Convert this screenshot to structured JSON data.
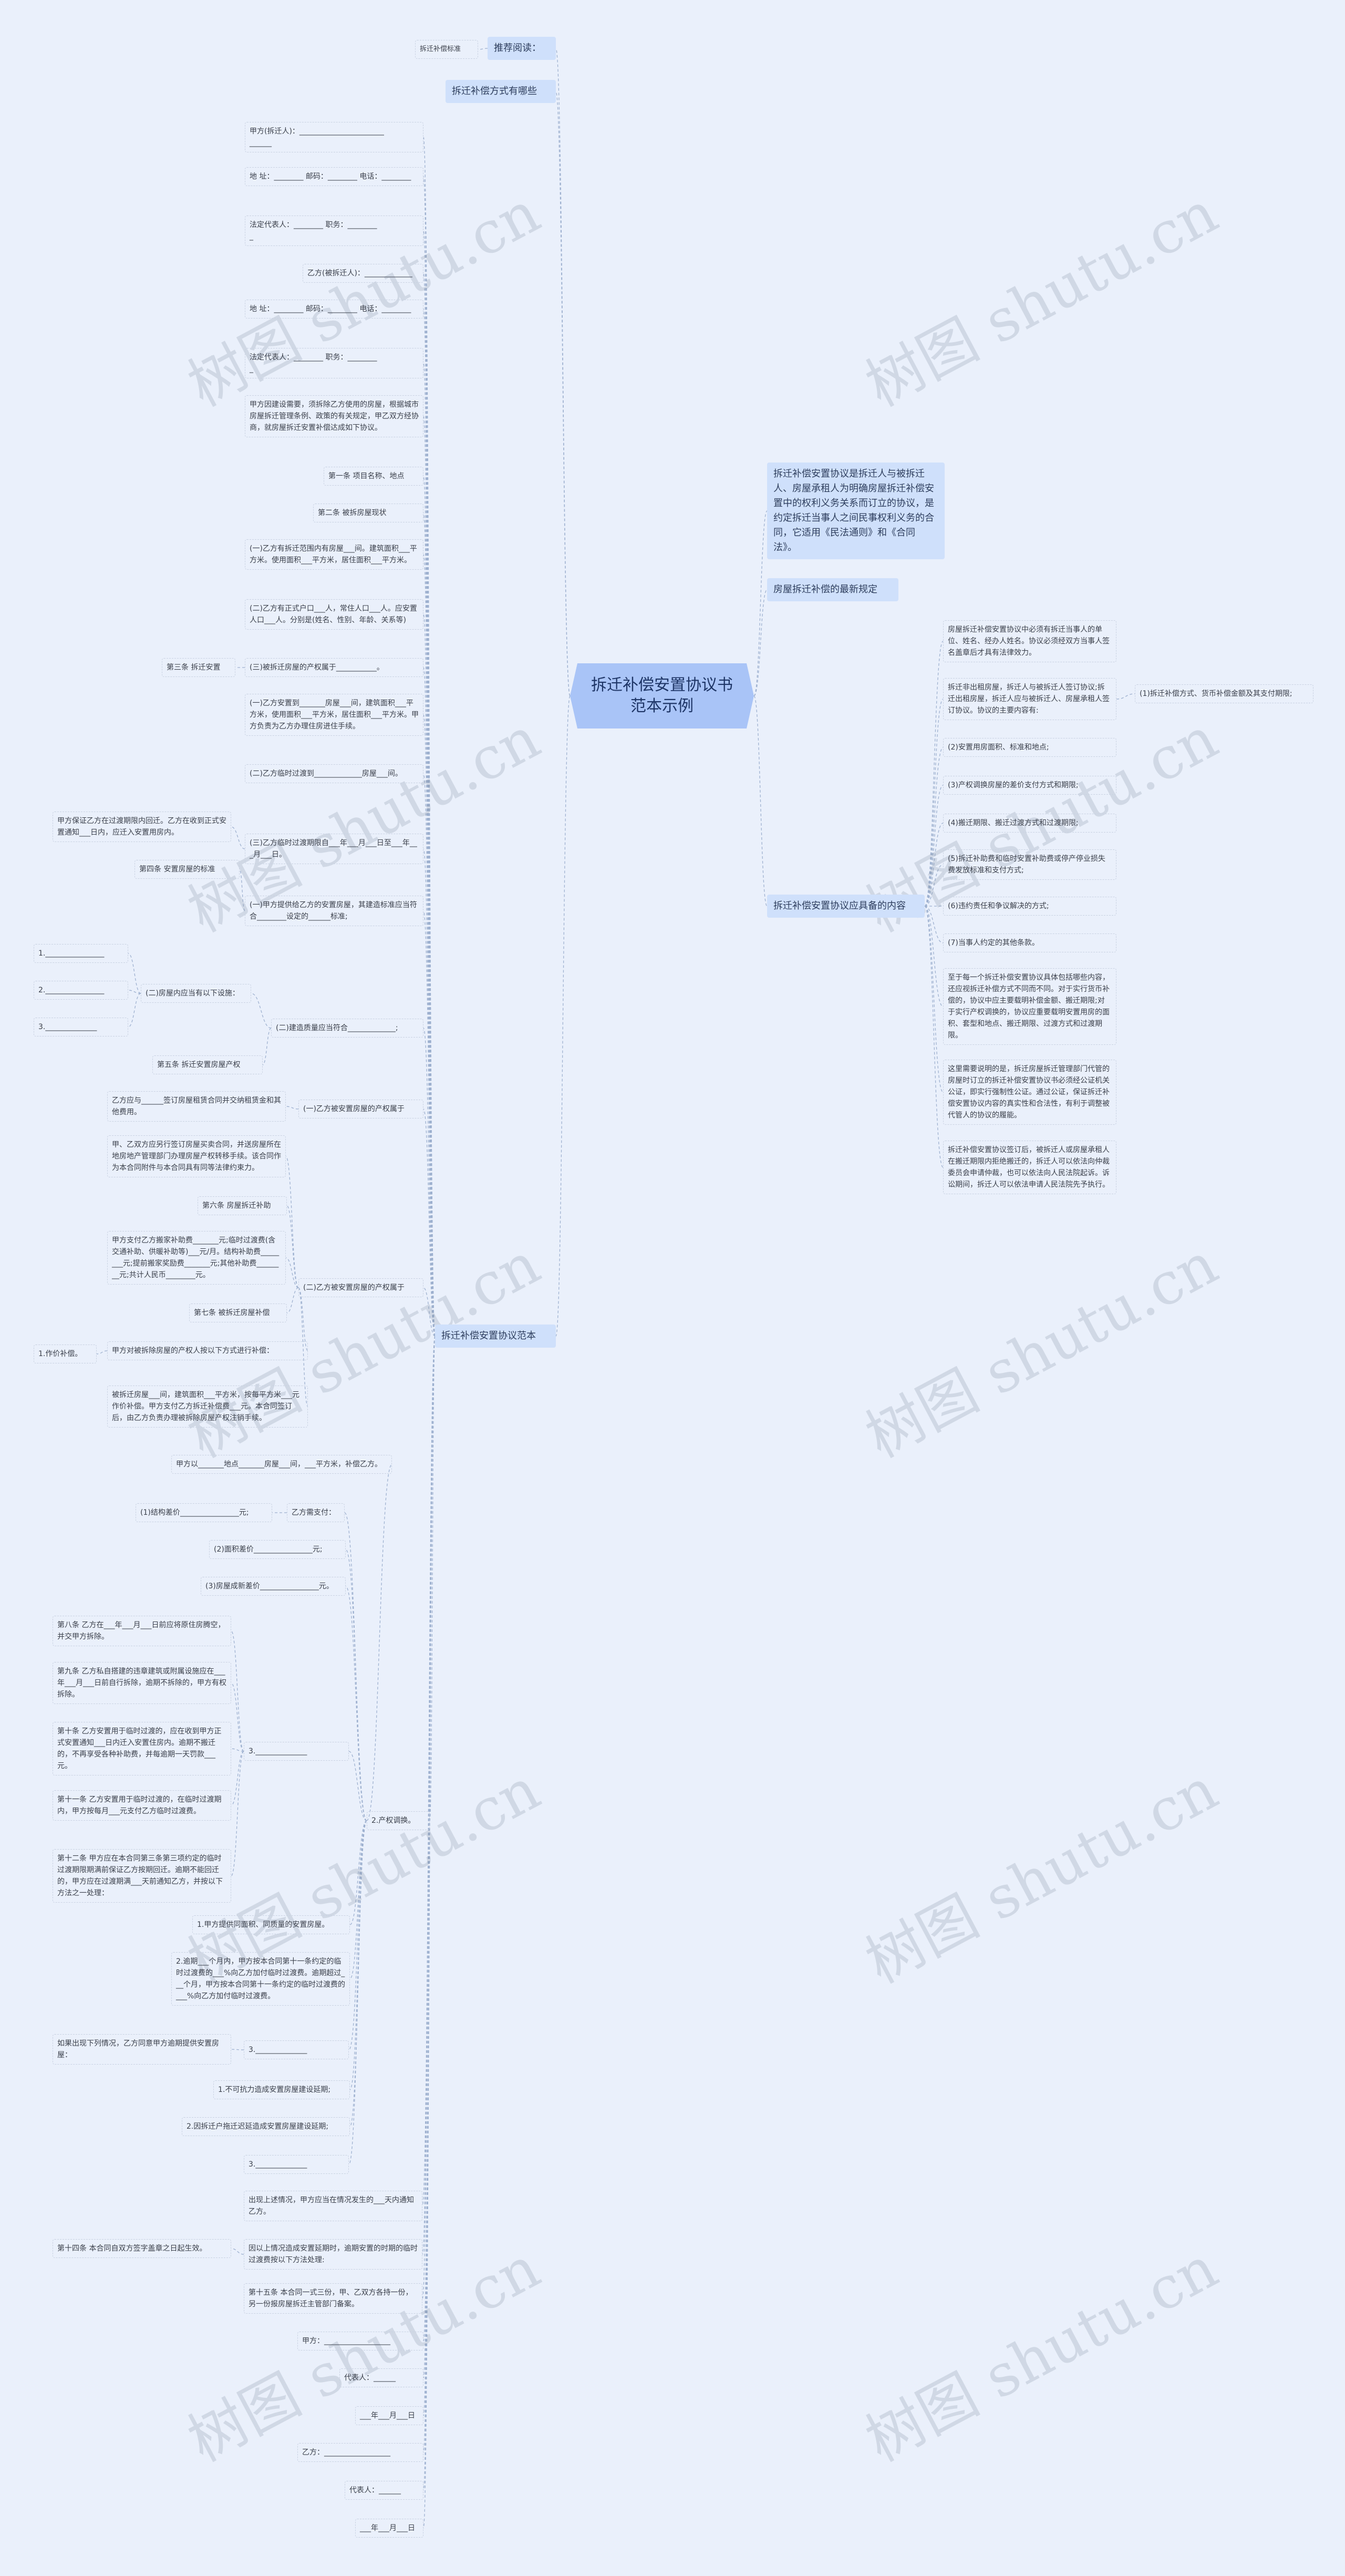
{
  "root": "拆迁补偿安置协议书范本示例",
  "right": {
    "intro": "拆迁补偿安置协议是拆迁人与被拆迁人、房屋承租人为明确房屋拆迁补偿安置中的权利义务关系而订立的协议，是约定拆迁当事人之间民事权利义务的合同，它适用《民法通则》和《合同法》。",
    "latest": "房屋拆迁补偿的最新规定",
    "content_title": "拆迁补偿安置协议应具备的内容",
    "content_items": [
      "房屋拆迁补偿安置协议中必须有拆迁当事人的单位、姓名、经办人姓名。协议必须经双方当事人签名盖章后才具有法律效力。",
      "拆迁非出租房屋，拆迁人与被拆迁人签订协议;拆迁出租房屋，拆迁人应与被拆迁人、房屋承租人签订协议。协议的主要内容有:",
      "(2)安置用房面积、标准和地点;",
      "(3)产权调换房屋的差价支付方式和期限;",
      "(4)搬迁期限、搬迁过渡方式和过渡期限;",
      "(5)拆迁补助费和临时安置补助费或停产停业损失费发放标准和支付方式;",
      "(6)违约责任和争议解决的方式;",
      "(7)当事人约定的其他条款。",
      "至于每一个拆迁补偿安置协议具体包括哪些内容，还应视拆迁补偿方式不同而不同。对于实行货币补偿的，协议中应主要载明补偿金额、搬迁期限;对于实行产权调换的，协议应重要载明安置用房的面积、套型和地点、搬迁期限、过渡方式和过渡期限。",
      "这里需要说明的是，拆迁房屋拆迁管理部门代管的房屋时订立的拆迁补偿安置协议书必须经公证机关公证，即实行强制性公证。通过公证，保证拆迁补偿安置协议内容的真实性和合法性，有利于调整被代管人的协议的履能。",
      "拆迁补偿安置协议签订后，被拆迁人或房屋承租人在搬迁期限内拒绝搬迁的，拆迁人可以依法向仲裁委员会申请仲裁，也可以依法向人民法院起诉。诉讼期间，拆迁人可以依法申请人民法院先予执行。"
    ],
    "content_side": "(1)拆迁补偿方式、货币补偿金额及其支付期限;"
  },
  "left": {
    "recommend": "推荐阅读：",
    "recommend_child": "拆迁补偿标准",
    "methods": "拆迁补偿方式有哪些",
    "template_title": "拆迁补偿安置协议范本",
    "header_items": [
      "甲方(拆迁人)：_______________________\n______",
      "地 址：________ 邮码：________ 电话：________",
      "法定代表人：________ 职务：________\n_",
      "乙方(被拆迁人)：_____________",
      "地 址：________ 邮码：________ 电话：________",
      "法定代表人：________ 职务：________\n_",
      "甲方因建设需要，须拆除乙方使用的房屋，根据城市房屋拆迁管理条例、政策的有关规定，甲乙双方经协商，就房屋拆迁安置补偿达成如下协议。",
      "第一条 项目名称、地点",
      "第二条 被拆房屋现状"
    ],
    "art3": "第三条 拆迁安置",
    "art3_items": [
      "(一)乙方有拆迁范围内有房屋___间。建筑面积___平方米。使用面积___平方米，居住面积___平方米。",
      "(二)乙方有正式户口___人，常住人口___人。应安置人口___人。分别是(姓名、性别、年龄、关系等)",
      "(三)被拆迁房屋的产权属于___________。",
      "(一)乙方安置到_______房屋___间，建筑面积___平方米，使用面积___平方米，居住面积___平方米。甲方负责为乙方办理住房进住手续。",
      "(二)乙方临时过渡到_____________房屋___间。",
      "(三)乙方临时过渡期限自___年___月___日至___年___月___日。",
      "(一)甲方提供给乙方的安置房屋，其建造标准应当符合________设定的______标准;"
    ],
    "art3_note": "甲方保证乙方在过渡期限内回迁。乙方在收到正式安置通知___日内，应迁入安置用房内。",
    "art4": "第四条 安置房屋的标准",
    "art4_sub": "(二)房屋内应当有以下设施：",
    "art4_blanks": [
      "1.________________",
      "2.________________",
      "3.______________"
    ],
    "art4_q": "(二)建造质量应当符合_____________;",
    "art5": "第五条 拆迁安置房屋产权",
    "art5_a": "(一)乙方被安置房屋的产权属于",
    "art5_a_note": "乙方应与______签订房屋租赁合同并交纳租赁金和其他费用。",
    "art5_b": "(二)乙方被安置房屋的产权属于",
    "art5_b_note": "甲、乙双方应另行签订房屋买卖合同，并送房屋所在地房地产管理部门办理房屋产权转移手续。该合同作为本合同附件与本合同具有同等法律约束力。",
    "art6": "第六条 房屋拆迁补助",
    "art6_note": "甲方支付乙方搬家补助费_______元;临时过渡费(含交通补助、供暖补助等)___元/月。结构补助费________元;提前搬家奖励费_______元;其他补助费________元;共计人民币________元。",
    "art7": "第七条 被拆迁房屋补偿",
    "art7_a": "甲方对被拆除房屋的产权人按以下方式进行补偿：",
    "art7_first": "1.作价补偿。",
    "art7_b": "被拆迁房屋___间，建筑面积___平方米，按每平方米___元作价补偿。甲方支付乙方拆迁补偿费___元。本合同签订后，由乙方负责办理被拆除房屋产权注销手续。",
    "art7_c": "甲方以_______地点_______房屋___间，___平方米，补偿乙方。",
    "pay_label": "乙方需支付：",
    "pay_items": [
      "(1)结构差价________________元;",
      "(2)面积差价________________元;",
      "(3)房屋成新差价________________元。"
    ],
    "exchange": "2.产权调换。",
    "exchange_3": "3.______________",
    "art8_12": [
      "第八条 乙方在___年___月___日前应将原住房腾空，并交甲方拆除。",
      "第九条 乙方私自搭建的违章建筑或附属设施应在___年___月___日前自行拆除，逾期不拆除的，甲方有权拆除。",
      "第十条 乙方安置用于临时过渡的，应在收到甲方正式安置通知___日内迁入安置住房内。逾期不搬迁的，不再享受各种补助费，并每逾期一天罚款___元。",
      "第十一条 乙方安置用于临时过渡的，在临时过渡期内，甲方按每月___元支付乙方临时过渡费。",
      "第十二条 甲方应在本合同第三条第三项约定的临时过渡期限期满前保证乙方按期回迁。逾期不能回迁的，甲方应在过渡期满___天前通知乙方，并按以下方法之一处理："
    ],
    "art12_items": [
      "1.甲方提供同面积、同质量的安置房屋。",
      "2.逾期___个月内，甲方按本合同第十一条约定的临时过渡费的___%向乙方加付临时过渡费。逾期超过___个月，甲方按本合同第十一条约定的临时过渡费的___%向乙方加付临时过渡费。",
      "3.______________"
    ],
    "art13_note": "如果出现下列情况，乙方同意甲方逾期提供安置房屋：",
    "art13_items": [
      "1.不可抗力造成安置房屋建设延期;",
      "2.因拆迁户拖迁迟延造成安置房屋建设延期;",
      "3.______________"
    ],
    "art13_tail": "出现上述情况，甲方应当在情况发生的___天内通知乙方。",
    "art14": "第十四条 本合同自双方签字盖章之日起生效。",
    "art14_note": "因以上情况造成安置延期时，逾期安置的时期的临时过渡费按以下方法处理:",
    "art15": "第十五条 本合同一式三份，甲、乙双方各持一份，另一份报房屋拆迁主管部门备案。",
    "sign": [
      "甲方：__________________",
      "代表人：______",
      "___年___月___日",
      "乙方：__________________",
      "代表人：______",
      "___年___月___日"
    ]
  },
  "watermark": "树图 shutu.cn",
  "colors": {
    "background": "#eaf0fb",
    "root_fill": "#a9c4f7",
    "branch_fill": "#cfe0fb",
    "line": "#9db0cf"
  }
}
